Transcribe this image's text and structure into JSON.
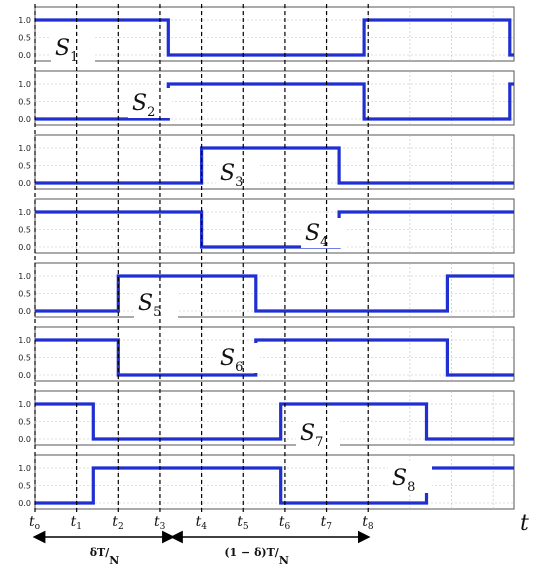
{
  "chart_data": {
    "type": "line",
    "time_ticks": [
      0,
      1,
      2,
      3,
      4,
      5,
      6,
      7,
      8
    ],
    "time_labels": [
      {
        "main": "t",
        "sub": "o"
      },
      {
        "main": "t",
        "sub": "1"
      },
      {
        "main": "t",
        "sub": "2"
      },
      {
        "main": "t",
        "sub": "3"
      },
      {
        "main": "t",
        "sub": "4"
      },
      {
        "main": "t",
        "sub": "5"
      },
      {
        "main": "t",
        "sub": "6"
      },
      {
        "main": "t",
        "sub": "7"
      },
      {
        "main": "t",
        "sub": "8"
      }
    ],
    "t_axis_label": "t",
    "xlim": [
      0,
      11.5
    ],
    "ylim": [
      0,
      1
    ],
    "y_ticks": [
      "1.0",
      "0.5",
      "0.0"
    ],
    "grid": true,
    "series": [
      {
        "name": "S1",
        "label_main": "S",
        "label_sub": "1",
        "points": [
          [
            0,
            1
          ],
          [
            3.2,
            1
          ],
          [
            3.2,
            0
          ],
          [
            7.9,
            0
          ],
          [
            7.9,
            1
          ],
          [
            11.4,
            1
          ],
          [
            11.4,
            0
          ],
          [
            11.5,
            0
          ]
        ]
      },
      {
        "name": "S2",
        "label_main": "S",
        "label_sub": "2",
        "points": [
          [
            0,
            0
          ],
          [
            3.2,
            0
          ],
          [
            3.2,
            1
          ],
          [
            7.9,
            1
          ],
          [
            7.9,
            0
          ],
          [
            11.4,
            0
          ],
          [
            11.4,
            1
          ],
          [
            11.5,
            1
          ]
        ]
      },
      {
        "name": "S3",
        "label_main": "S",
        "label_sub": "3",
        "points": [
          [
            0,
            0
          ],
          [
            4,
            0
          ],
          [
            4,
            1
          ],
          [
            7.3,
            1
          ],
          [
            7.3,
            0
          ],
          [
            11.5,
            0
          ]
        ]
      },
      {
        "name": "S4",
        "label_main": "S",
        "label_sub": "4",
        "points": [
          [
            0,
            1
          ],
          [
            4,
            1
          ],
          [
            4,
            0
          ],
          [
            7.3,
            0
          ],
          [
            7.3,
            1
          ],
          [
            11.5,
            1
          ]
        ]
      },
      {
        "name": "S5",
        "label_main": "S",
        "label_sub": "5",
        "points": [
          [
            0,
            0
          ],
          [
            2,
            0
          ],
          [
            2,
            1
          ],
          [
            5.3,
            1
          ],
          [
            5.3,
            0
          ],
          [
            9.9,
            0
          ],
          [
            9.9,
            1
          ],
          [
            11.5,
            1
          ]
        ]
      },
      {
        "name": "S6",
        "label_main": "S",
        "label_sub": "6",
        "points": [
          [
            0,
            1
          ],
          [
            2,
            1
          ],
          [
            2,
            0
          ],
          [
            5.3,
            0
          ],
          [
            5.3,
            1
          ],
          [
            9.9,
            1
          ],
          [
            9.9,
            0
          ],
          [
            11.5,
            0
          ]
        ]
      },
      {
        "name": "S7",
        "label_main": "S",
        "label_sub": "7",
        "points": [
          [
            0,
            1
          ],
          [
            1.4,
            1
          ],
          [
            1.4,
            0
          ],
          [
            5.9,
            0
          ],
          [
            5.9,
            1
          ],
          [
            9.4,
            1
          ],
          [
            9.4,
            0
          ],
          [
            11.5,
            0
          ]
        ]
      },
      {
        "name": "S8",
        "label_main": "S",
        "label_sub": "8",
        "points": [
          [
            0,
            0
          ],
          [
            1.4,
            0
          ],
          [
            1.4,
            1
          ],
          [
            5.9,
            1
          ],
          [
            5.9,
            0
          ],
          [
            9.4,
            0
          ],
          [
            9.4,
            1
          ],
          [
            11.5,
            1
          ]
        ]
      }
    ],
    "annotations": [
      {
        "text": "δT",
        "sub": "N",
        "span": [
          0,
          3.3
        ]
      },
      {
        "text": "(1 − δ)T",
        "sub": "N",
        "span": [
          3.3,
          8
        ]
      }
    ]
  },
  "colors": {
    "signal": "#1f2fd0",
    "grid": "#bdbdbd",
    "frame": "#555555",
    "marker": "#000000"
  }
}
